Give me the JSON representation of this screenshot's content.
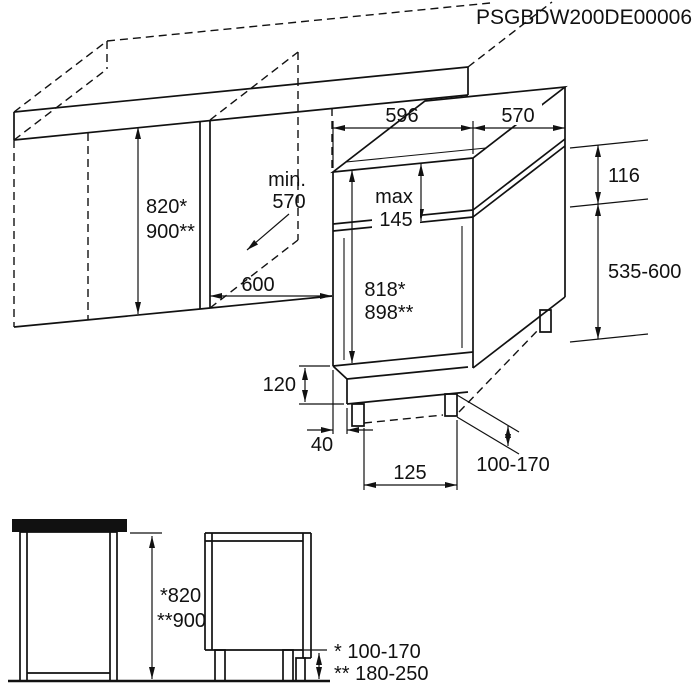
{
  "title": "PSGBDW200DE00006",
  "main": {
    "width_top": "596",
    "depth_top": "570",
    "niche_depth": {
      "label": "min.",
      "value": "570"
    },
    "niche_height": {
      "line1": "820*",
      "line2": "900**"
    },
    "niche_width": "600",
    "top_gap": {
      "label": "max",
      "value": "145"
    },
    "appliance_height": {
      "line1": "818*",
      "line2": "898**"
    },
    "panel_height": "116",
    "door_height": "535-600",
    "plinth_height": "120",
    "plinth_recess": "40",
    "feet_range": "100-170",
    "foot_distance": "125"
  },
  "side": {
    "height": {
      "line1": "*820",
      "line2": "**900"
    },
    "feet": {
      "line1": "* 100-170",
      "line2": "** 180-250"
    }
  }
}
